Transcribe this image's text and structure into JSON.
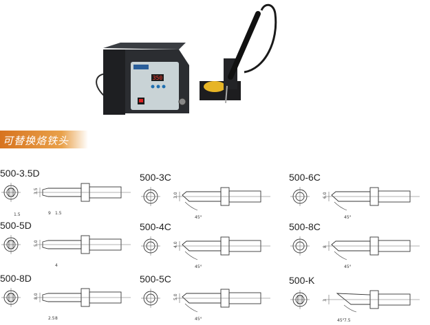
{
  "banner": {
    "title": "可替换烙铁头"
  },
  "station": {
    "display": "350"
  },
  "tips": [
    {
      "name": "500-3.5D",
      "dims": [
        "3.5",
        "1.5",
        "9",
        "1.5"
      ]
    },
    {
      "name": "500-3C",
      "dims": [
        "3.0",
        "45°"
      ]
    },
    {
      "name": "500-6C",
      "dims": [
        "6.0",
        "45°"
      ]
    },
    {
      "name": "500-5D",
      "dims": [
        "5.0",
        "4"
      ]
    },
    {
      "name": "500-4C",
      "dims": [
        "4.0",
        "45°"
      ]
    },
    {
      "name": "500-8C",
      "dims": [
        "8",
        "45°"
      ]
    },
    {
      "name": "500-8D",
      "dims": [
        "8.0",
        "8",
        "2.5"
      ]
    },
    {
      "name": "500-5C",
      "dims": [
        "5.0",
        "45°"
      ]
    },
    {
      "name": "500-K",
      "dims": [
        "3",
        "7.5",
        "45°"
      ]
    }
  ]
}
